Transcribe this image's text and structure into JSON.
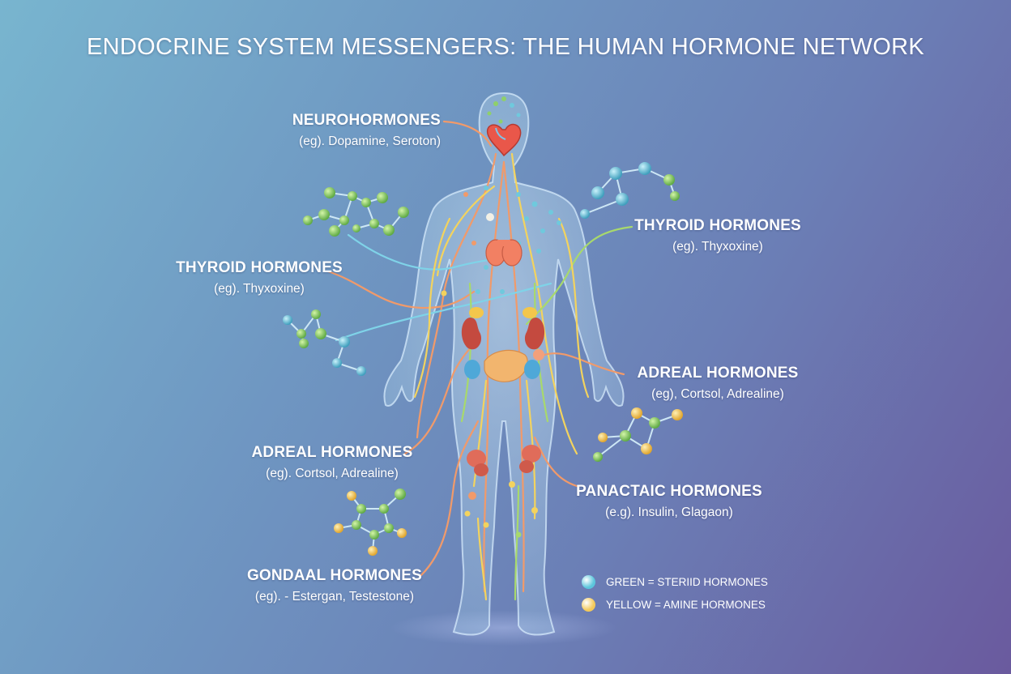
{
  "title": "ENDOCRINE SYSTEM MESSENGERS: THE HUMAN HORMONE NETWORK",
  "labels": {
    "neuro": {
      "name": "NEUROHORMONES",
      "example": "(eg). Dopamine, Seroton)"
    },
    "thyroid_left": {
      "name": "THYROID HORMONES",
      "example": "(eg). Thyxoxine)"
    },
    "thyroid_right": {
      "name": "THYROID HORMONES",
      "example": "(eg). Thyxoxine)"
    },
    "adrenal_left": {
      "name": "ADREAL HORMONES",
      "example": "(eg). Cortsol, Adrealine)"
    },
    "adrenal_right": {
      "name": "ADREAL HORMONES",
      "example": "(eg), Cortsol, Adrealine)"
    },
    "pancreatic": {
      "name": "PANACTAIC HORMONES",
      "example": "(e.g). Insulin, Glagaon)"
    },
    "gonadal": {
      "name": "GONDAAL HORMONES",
      "example": "(eg). - Estergan, Testestone)"
    }
  },
  "legend": {
    "items": [
      {
        "label": "GREEN = STERIID HORMONES",
        "color": "#5cc6dc"
      },
      {
        "label": "YELLOW = AMINE HORMONES",
        "color": "#f3c95a"
      }
    ]
  },
  "colors": {
    "molecule_green": "#8fd06a",
    "molecule_blue": "#6fc9dd",
    "molecule_yellow": "#f5cf5a",
    "vessel_orange": "#f19a6a",
    "vessel_yellow": "#f3d35e",
    "vessel_green": "#a8d96c",
    "vessel_blue": "#7fd3e8"
  }
}
